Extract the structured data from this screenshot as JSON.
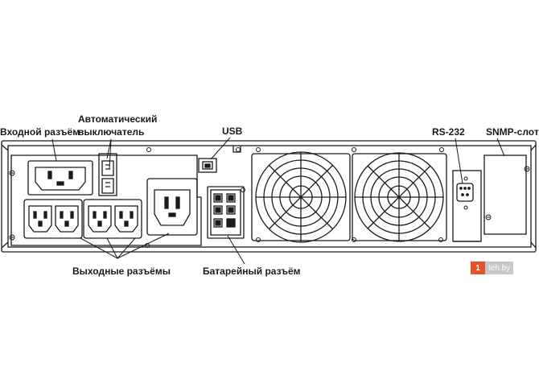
{
  "labels": {
    "input_connector": "Входной разъём",
    "breaker_line1": "Автоматический",
    "breaker_line2": "выключатель",
    "usb": "USB",
    "rs232": "RS-232",
    "snmp_slot": "SNMP-слот",
    "output_connectors": "Выходные разъёмы",
    "battery_connector": "Батарейный разъём"
  },
  "watermark": {
    "mark": "1",
    "text": "teh.by"
  },
  "colors": {
    "line": "#1a1a1a",
    "panel": "#ffffff",
    "background": "#ffffff"
  }
}
